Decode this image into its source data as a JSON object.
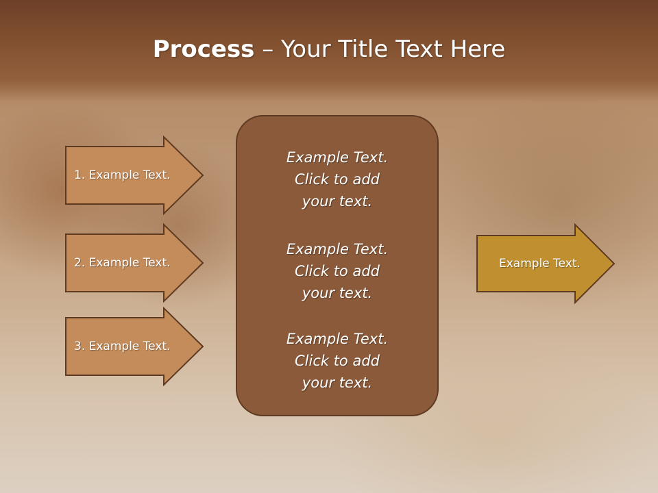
{
  "title": {
    "bold": "Process",
    "rest": " – Your Title Text Here"
  },
  "steps": [
    {
      "label": "1. Example Text."
    },
    {
      "label": "2. Example Text."
    },
    {
      "label": "3. Example Text."
    }
  ],
  "center_box": {
    "blocks": [
      "Example Text.\nClick  to add\nyour text.",
      "Example Text.\nClick  to add\nyour text.",
      "Example Text.\nClick  to add\nyour text."
    ]
  },
  "output_arrow": {
    "label": "Example Text."
  },
  "colors": {
    "step_arrow_fill": "#c48c5a",
    "step_arrow_stroke": "#5e3a22",
    "center_fill": "#8a5a3a",
    "output_arrow_fill": "#c09030",
    "title_bar": "#7b4a2d"
  }
}
